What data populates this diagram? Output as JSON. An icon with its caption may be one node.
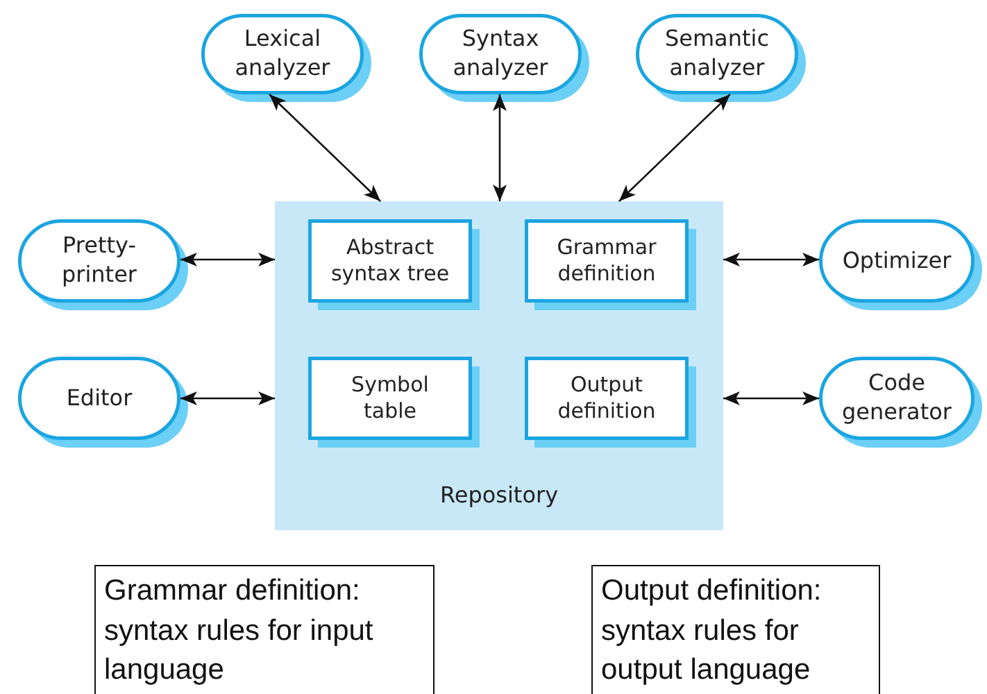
{
  "diagram": {
    "nodes": [
      {
        "text": [
          "Repository"
        ]
      },
      {
        "text": [
          "Abstract syntax tree"
        ],
        "in": 0
      },
      {
        "text": [
          "Grammar definition"
        ],
        "in": 0
      },
      {
        "text": [
          "Symbol table"
        ],
        "in": 0
      },
      {
        "text": [
          "Output definition"
        ],
        "in": 0
      },
      {
        "text": [
          "Lexical analyzer"
        ]
      },
      {
        "text": [
          "Syntax analyzer"
        ]
      },
      {
        "text": [
          "Semantic analyzer"
        ]
      },
      {
        "text": [
          "Pretty-printer"
        ]
      },
      {
        "text": [
          "Optimizer"
        ]
      },
      {
        "text": [
          "Editor"
        ]
      },
      {
        "text": [
          "Code generator"
        ]
      },
      {
        "text": [
          "Grammar definition: syntax rules for input language"
        ]
      },
      {
        "text": [
          "Output definition: syntax rules for output language"
        ]
      }
    ],
    "edges": [
      {
        "from": 5,
        "to": 0,
        "arrow": "both"
      },
      {
        "from": 6,
        "to": 0,
        "arrow": "both"
      },
      {
        "from": 7,
        "to": 0,
        "arrow": "both"
      },
      {
        "from": 8,
        "to": 0,
        "arrow": "both"
      },
      {
        "from": 9,
        "to": 0,
        "arrow": "both"
      },
      {
        "from": 10,
        "to": 0,
        "arrow": "both"
      },
      {
        "from": 11,
        "to": 0,
        "arrow": "both"
      }
    ]
  }
}
